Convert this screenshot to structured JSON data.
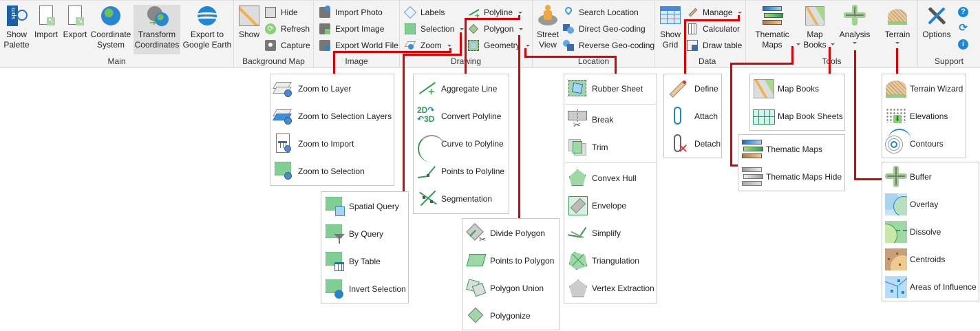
{
  "ribbon": {
    "groups": {
      "main": {
        "label": "Main",
        "buttons": [
          {
            "id": "show-palette",
            "line1": "Show",
            "line2": "Palette",
            "icon": "spm-palette-icon"
          },
          {
            "id": "import",
            "line1": "Import",
            "line2": "",
            "icon": "import-file-icon"
          },
          {
            "id": "export",
            "line1": "Export",
            "line2": "",
            "icon": "export-file-icon"
          },
          {
            "id": "coordinate-system",
            "line1": "Coordinate",
            "line2": "System",
            "icon": "globe-icon"
          },
          {
            "id": "transform-coordinates",
            "line1": "Transform",
            "line2": "Coordinates",
            "icon": "transform-globe-icon",
            "active": true
          },
          {
            "id": "export-google-earth",
            "line1": "Export to",
            "line2": "Google Earth",
            "icon": "google-earth-icon"
          }
        ]
      },
      "background_map": {
        "label": "Background Map",
        "show": "Show",
        "hide": "Hide",
        "refresh": "Refresh",
        "capture": "Capture"
      },
      "image": {
        "label": "Image",
        "import_photo": "Import Photo",
        "export_image": "Export Image",
        "export_world_file": "Export World File"
      },
      "drawing": {
        "label": "Drawing",
        "labels": "Labels",
        "selection": "Selection",
        "zoom": "Zoom",
        "polyline": "Polyline",
        "polygon": "Polygon",
        "geometry": "Geometry"
      },
      "location": {
        "label": "Location",
        "street_view_1": "Street",
        "street_view_2": "View",
        "search_location": "Search Location",
        "direct_geocoding": "Direct Geo-coding",
        "reverse_geocoding": "Reverse Geo-coding"
      },
      "data": {
        "label": "Data",
        "show_grid_1": "Show",
        "show_grid_2": "Grid",
        "manage": "Manage",
        "calculator": "Calculator",
        "draw_table": "Draw table"
      },
      "tools": {
        "label": "Tools",
        "thematic_maps_1": "Thematic",
        "thematic_maps_2": "Maps",
        "map_books_1": "Map",
        "map_books_2": "Books",
        "analysis": "Analysis",
        "terrain": "Terrain"
      },
      "support": {
        "label": "Support",
        "options": "Options"
      }
    }
  },
  "menus": {
    "zoom": [
      "Zoom to Layer",
      "Zoom to Selection Layers",
      "Zoom to Import",
      "Zoom to Selection"
    ],
    "selection": [
      "Spatial Query",
      "By Query",
      "By Table",
      "Invert Selection"
    ],
    "polyline": [
      "Aggregate Line",
      "Convert Polyline",
      "Curve to Polyline",
      "Points to Polyline",
      "Segmentation"
    ],
    "polygon": [
      "Divide Polygon",
      "Points to Polygon",
      "Polygon Union",
      "Polygonize"
    ],
    "geometry": [
      "Rubber Sheet",
      "Break",
      "Trim",
      "Convex Hull",
      "Envelope",
      "Simplify",
      "Triangulation",
      "Vertex Extraction"
    ],
    "manage": [
      "Define",
      "Attach",
      "Detach"
    ],
    "map_books": [
      "Map Books",
      "Map Book Sheets"
    ],
    "thematic_maps": [
      "Thematic Maps",
      "Thematic Maps Hide"
    ],
    "terrain": [
      "Terrain Wizard",
      "Elevations",
      "Contours"
    ],
    "analysis": [
      "Buffer",
      "Overlay",
      "Dissolve",
      "Centroids",
      "Areas of Influence"
    ]
  },
  "colors": {
    "connector": "#e00000",
    "ribbon_bg": "#f3f3f3",
    "active_bg": "#dedede",
    "panel_border": "#c6c6c6"
  }
}
